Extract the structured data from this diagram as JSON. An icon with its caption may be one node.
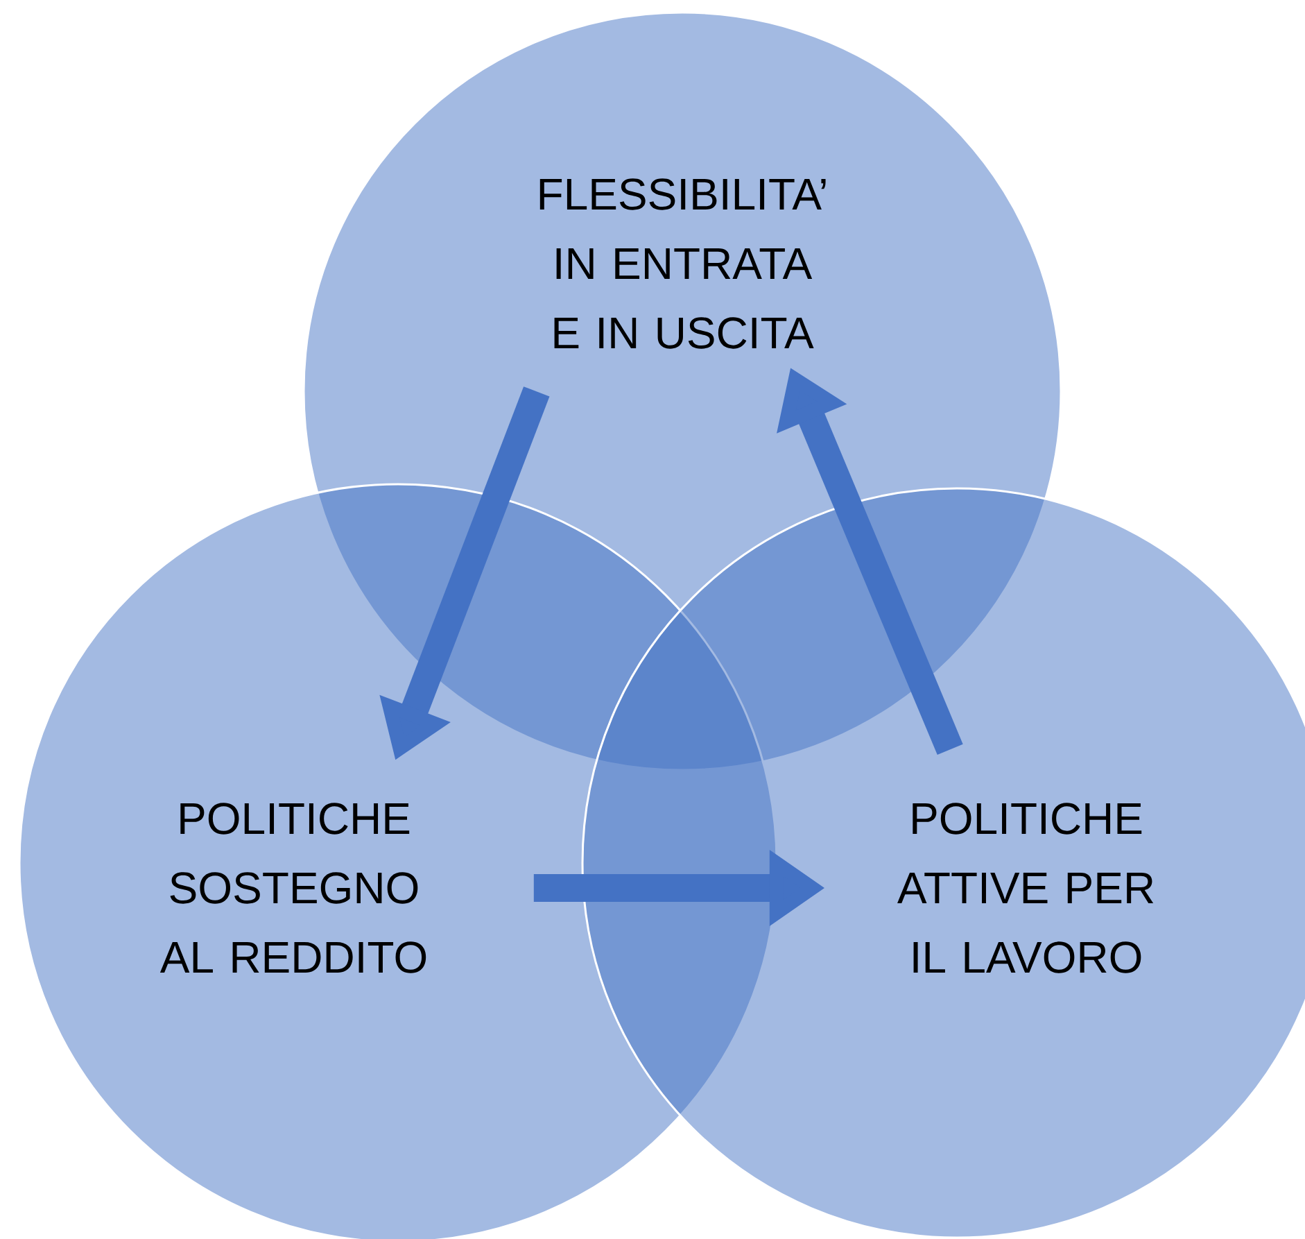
{
  "diagram": {
    "nodes": [
      {
        "text": [
          "FLESSIBILITA’ IN ENTRATA E IN USCITA"
        ]
      },
      {
        "text": [
          "POLITICHE SOSTEGNO AL REDDITO"
        ]
      },
      {
        "text": [
          "POLITICHE ATTIVE PER IL LAVORO"
        ]
      }
    ],
    "edges": [
      {
        "from": 0,
        "to": 1,
        "arrow": "to"
      },
      {
        "from": 1,
        "to": 2,
        "arrow": "to"
      },
      {
        "from": 2,
        "to": 0,
        "arrow": "to"
      }
    ]
  }
}
